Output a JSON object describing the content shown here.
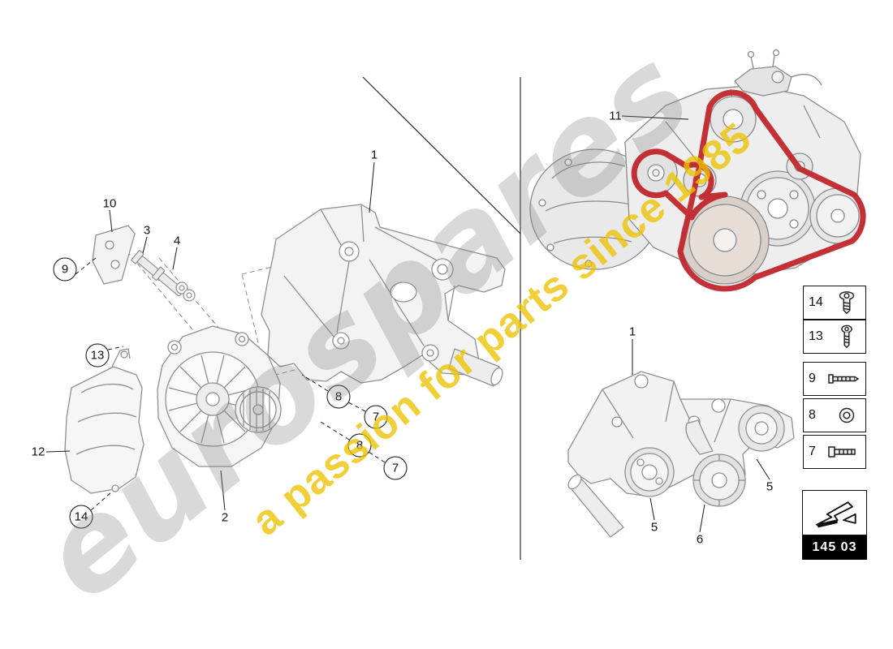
{
  "watermark": {
    "brand": "eurospares",
    "tagline": "a passion for parts since 1985",
    "brand_color": "#808080",
    "tagline_color": "#ecc200"
  },
  "colors": {
    "belt_red": "#c1272d",
    "line_gray": "#8f8f8f",
    "frame_black": "#1a1a1a"
  },
  "callouts": {
    "c1": "1",
    "c2": "2",
    "c3": "3",
    "c4": "4",
    "c9": "9",
    "c10": "10",
    "c12": "12",
    "c13": "13",
    "c14": "14",
    "c8a": "8",
    "c7a": "7",
    "c8b": "8",
    "c7b": "7",
    "c11": "11",
    "c1b": "1",
    "c5a": "5",
    "c6": "6",
    "c5b": "5"
  },
  "legend": {
    "items": [
      {
        "label": "14",
        "icon": "torx-screw-icon"
      },
      {
        "label": "13",
        "icon": "pan-screw-icon"
      },
      {
        "label": "9",
        "icon": "long-bolt-icon"
      },
      {
        "label": "8",
        "icon": "washer-icon"
      },
      {
        "label": "7",
        "icon": "hex-bolt-icon"
      }
    ],
    "part_code": "145 03"
  }
}
